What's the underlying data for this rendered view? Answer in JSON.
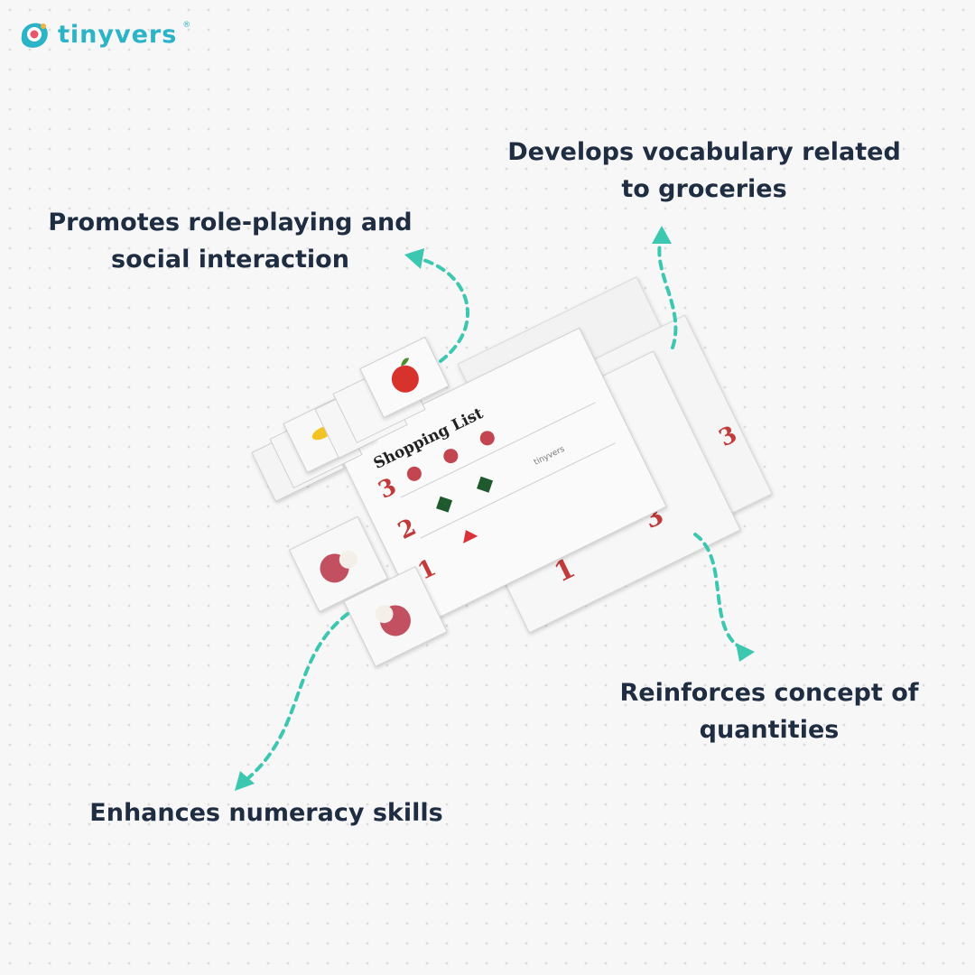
{
  "brand": {
    "name": "tinyvers",
    "registered_mark": "®",
    "accent_color": "#2bb3c8",
    "logo_icon": "tinyvers-logo-icon"
  },
  "captions": {
    "social": [
      "Promotes role-playing and",
      "social interaction"
    ],
    "vocabulary": [
      "Develops vocabulary related",
      "to groceries"
    ],
    "quantities": [
      "Reinforces concept of",
      "quantities"
    ],
    "numeracy": [
      "Enhances numeracy skills"
    ]
  },
  "shopping_card": {
    "title": "Shopping List",
    "rows": [
      "3",
      "2",
      "1"
    ],
    "brand_stamp": "tinyvers"
  },
  "back_cards": {
    "numbers": [
      "1",
      "3"
    ]
  },
  "colors": {
    "text": "#1f2d42",
    "arrow": "#3cc7b0",
    "number_red": "#c23a3a"
  }
}
